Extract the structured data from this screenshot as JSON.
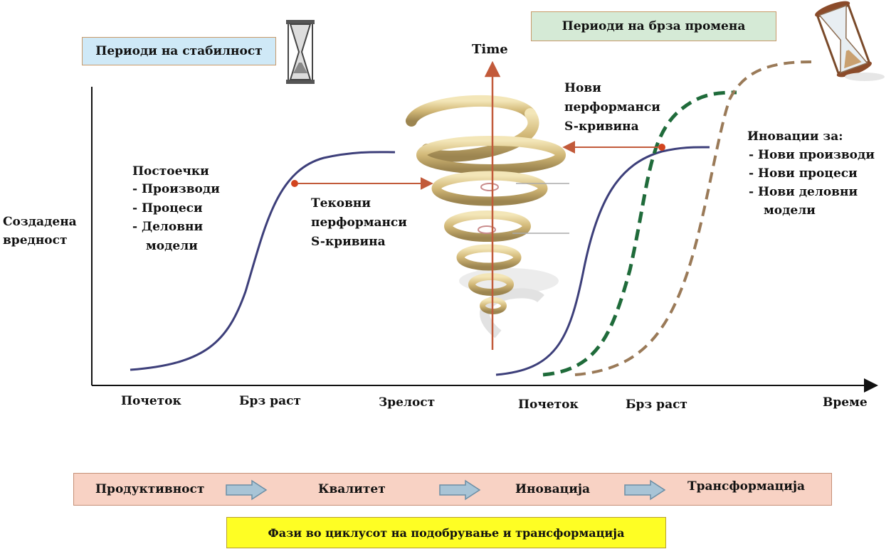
{
  "headers": {
    "stable_period": "Периоди на стабилност",
    "rapid_change_period": "Периоди на брза промена"
  },
  "axes": {
    "y_label_line1": "Создадена",
    "y_label_line2": "вредност",
    "x_end_label": "Време",
    "time_label": "Time"
  },
  "x_phases": [
    "Почеток",
    "Брз раст",
    "Зрелост",
    "Почеток",
    "Брз раст"
  ],
  "existing": {
    "title": "Постоечки",
    "items": [
      "- Производи",
      "- Процеси",
      "- Деловни",
      "модели"
    ]
  },
  "current_curve": {
    "lines": [
      "Тековни",
      "перформанси",
      "S-кривина"
    ]
  },
  "new_curve": {
    "lines": [
      "Нови",
      "перформанси",
      "S-кривина"
    ]
  },
  "innovations": {
    "title": "Иновации за:",
    "items": [
      "- Нови производи",
      "- Нови процеси",
      "- Нови деловни",
      "модели"
    ]
  },
  "phases_bar": {
    "steps": [
      "Продуктивност",
      "Квалитет",
      "Иновација",
      "Трансформација"
    ]
  },
  "legend": "Фази во циклусот на подобрување и трансформација",
  "colors": {
    "curve_blue": "#3d3f7a",
    "curve_green": "#1f6b3a",
    "curve_tan": "#9a7a58",
    "time_axis": "#c25a3a",
    "dot": "#d2441e",
    "spiral": "#d9c58c"
  }
}
